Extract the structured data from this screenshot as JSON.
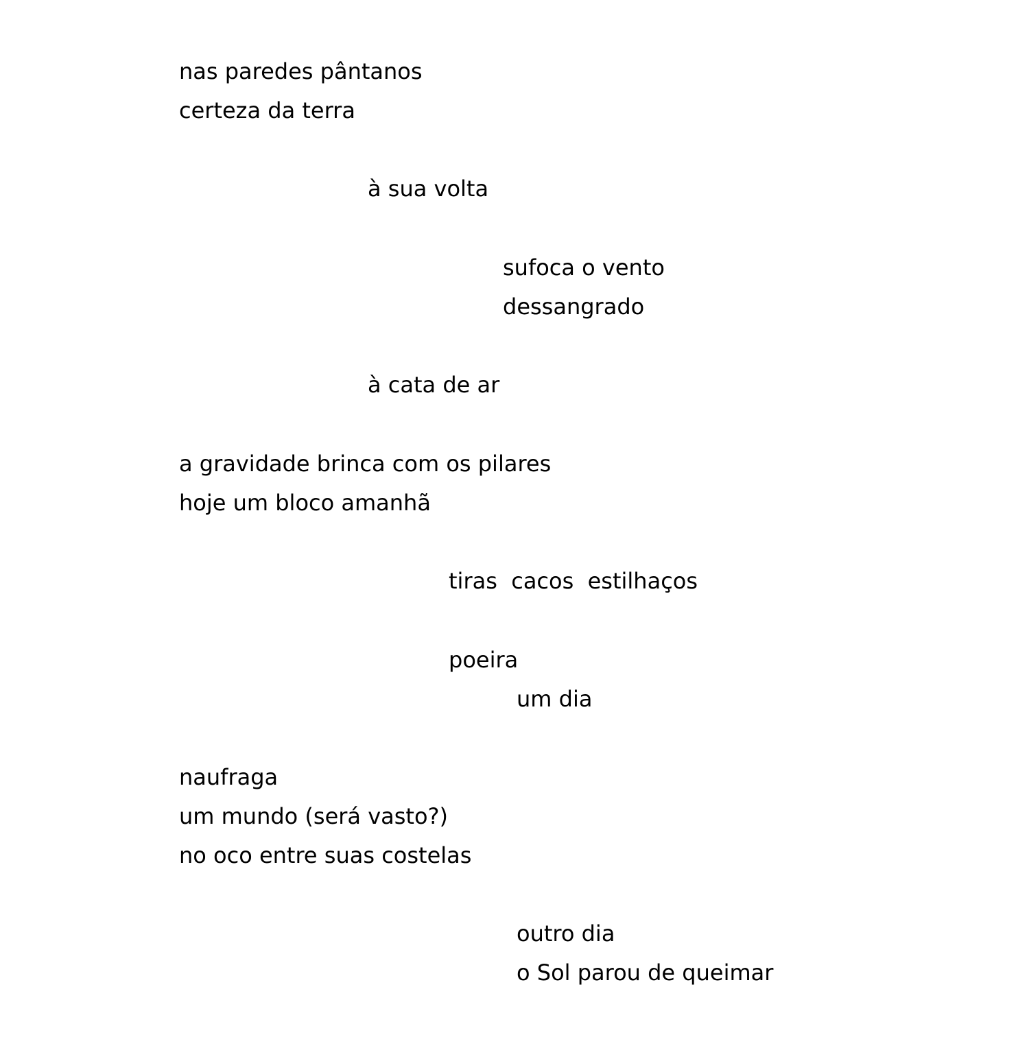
{
  "poem": {
    "lines": [
      "nas paredes pântanos",
      "certeza da terra",
      "à sua volta",
      "sufoca o vento",
      "dessangrado",
      "à cata de ar",
      "a gravidade brinca com os pilares",
      "hoje um bloco amanhã",
      "tiras  cacos  estilhaços",
      "poeira",
      "um dia",
      "naufraga",
      "um mundo (será vasto?)",
      "no oco entre suas costelas",
      "outro dia",
      "o Sol parou de queimar"
    ]
  }
}
